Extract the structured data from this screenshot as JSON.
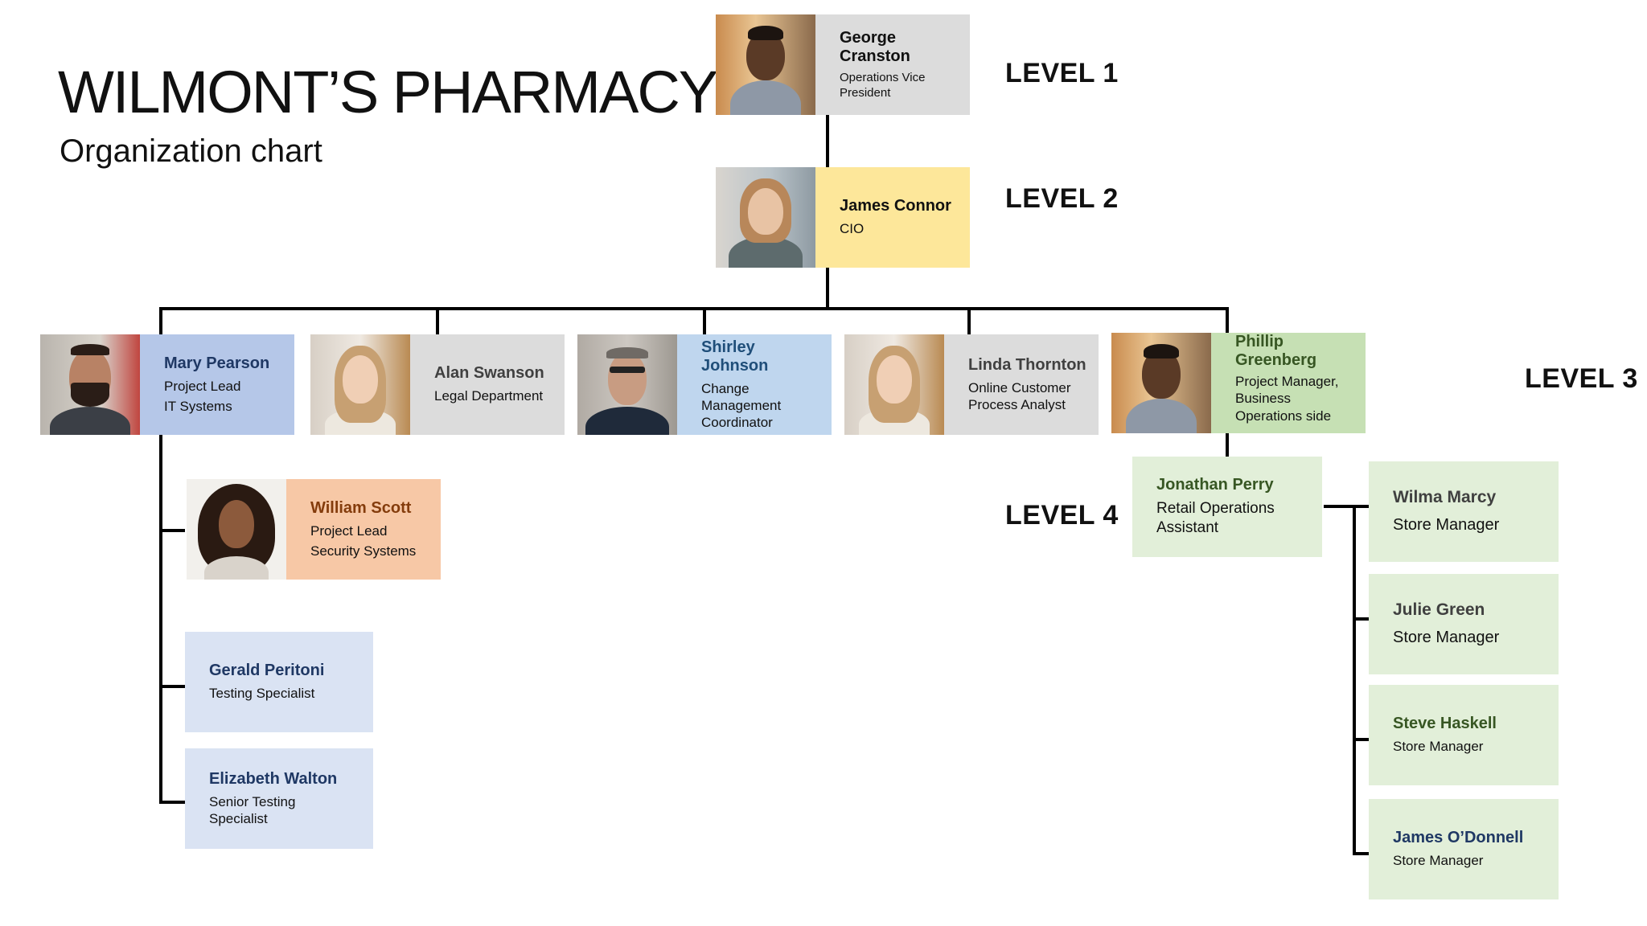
{
  "header": {
    "title": "WILMONT’S PHARMACY",
    "subtitle": "Organization chart"
  },
  "levels": {
    "level1": "LEVEL 1",
    "level2": "LEVEL 2",
    "level3": "LEVEL 3",
    "level4": "LEVEL 4"
  },
  "colors": {
    "grey": "#dcdcdc",
    "yellow": "#fde79a",
    "blue_dark": "#b5c7e8",
    "blue_light": "#bfd6ee",
    "green": "#c6e0b4",
    "green_light": "#e2efd9",
    "peach": "#f7c8a6",
    "blue_pale": "#dae3f3",
    "name_blue": "#1f3864",
    "name_brown": "#843c0c",
    "name_green": "#375623"
  },
  "people": {
    "george": {
      "name": "George Cranston",
      "role": "Operations Vice President"
    },
    "james_connor": {
      "name": "James Connor",
      "role": "CIO"
    },
    "mary": {
      "name": "Mary Pearson",
      "role": "Project Lead",
      "dept": "IT Systems"
    },
    "alan": {
      "name": "Alan Swanson",
      "role": "Legal Department"
    },
    "shirley": {
      "name": "Shirley Johnson",
      "role": "Change Management Coordinator"
    },
    "linda": {
      "name": "Linda Thornton",
      "role": "Online Customer Process Analyst"
    },
    "phillip": {
      "name": "Phillip Greenberg",
      "role": "Project Manager, Business Operations side"
    },
    "william": {
      "name": "William Scott",
      "role": "Project Lead",
      "dept": "Security Systems"
    },
    "gerald": {
      "name": "Gerald Peritoni",
      "role": "Testing Specialist"
    },
    "elizabeth": {
      "name": "Elizabeth Walton",
      "role": "Senior Testing Specialist"
    },
    "jonathan": {
      "name": "Jonathan Perry",
      "role": "Retail Operations Assistant"
    },
    "wilma": {
      "name": "Wilma Marcy",
      "role": "Store Manager"
    },
    "julie": {
      "name": "Julie Green",
      "role": "Store Manager"
    },
    "steve": {
      "name": "Steve Haskell",
      "role": "Store Manager"
    },
    "james_odonnell": {
      "name": "James O’Donnell",
      "role": "Store Manager"
    }
  }
}
